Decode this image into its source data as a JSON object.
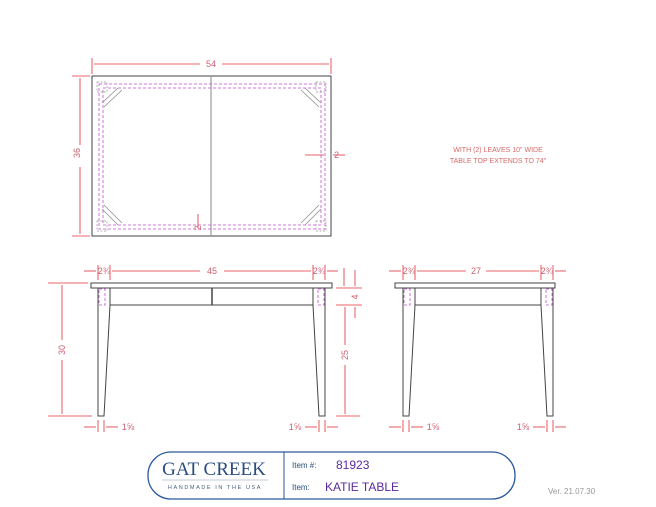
{
  "drawing": {
    "top_view": {
      "width_dim": "54",
      "depth_dim": "36",
      "apron_inset_side": "2",
      "apron_inset_end": "2"
    },
    "note": {
      "line1": "WITH (2) LEAVES 10\" WIDE",
      "line2": "TABLE TOP EXTENDS TO 74\""
    },
    "front_view": {
      "overhang_left": "2¾",
      "span": "45",
      "overhang_right": "2¾",
      "height": "30",
      "apron_height": "4",
      "leg_clearance": "25",
      "foot_left": "1⅝",
      "foot_right": "1⅝"
    },
    "side_view": {
      "overhang_left": "2¾",
      "span": "27",
      "overhang_right": "2¾",
      "foot_left": "1⅝",
      "foot_right": "1⅝"
    }
  },
  "title_block": {
    "brand": "GAT CREEK",
    "tagline": "HANDMADE IN THE USA",
    "item_number_label": "Item #:",
    "item_number": "81923",
    "item_label": "Item:",
    "item_name": "KATIE TABLE",
    "version": "Ver. 21.07.30"
  },
  "colors": {
    "dimension": "#e0303a",
    "hidden": "#c050d0",
    "brand": "#2a4d80",
    "item_text": "#5a2aa0"
  }
}
